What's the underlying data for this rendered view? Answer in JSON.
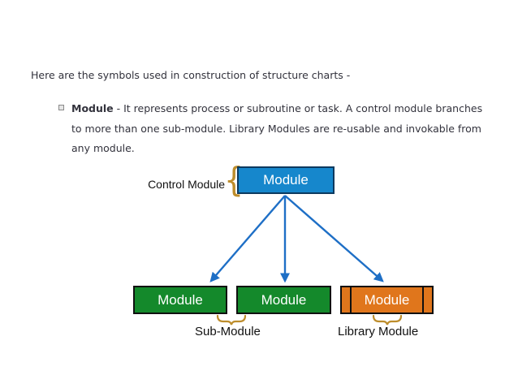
{
  "page": {
    "heading": "Here are the symbols used in construction of structure charts -",
    "bullet": {
      "term": "Module",
      "description": "- It represents process or subroutine or task. A control module branches to more than one sub-module. Library Modules are re-usable and invokable from any module."
    }
  },
  "diagram": {
    "control_label": "Control Module",
    "brace_glyph": "{",
    "control_box_label": "Module",
    "sub_box_labels": [
      "Module",
      "Module"
    ],
    "library_box_label": "Module",
    "sub_caption": "Sub-Module",
    "library_caption": "Library Module",
    "colors": {
      "control_fill": "#1687cc",
      "control_border": "#0d3a5f",
      "sub_fill": "#14892b",
      "library_fill": "#e0761c",
      "box_border": "#101010",
      "arrow": "#1e6fc6",
      "brace": "#bd8d2c",
      "box_text": "#ffffff",
      "text": "#32323c"
    }
  }
}
